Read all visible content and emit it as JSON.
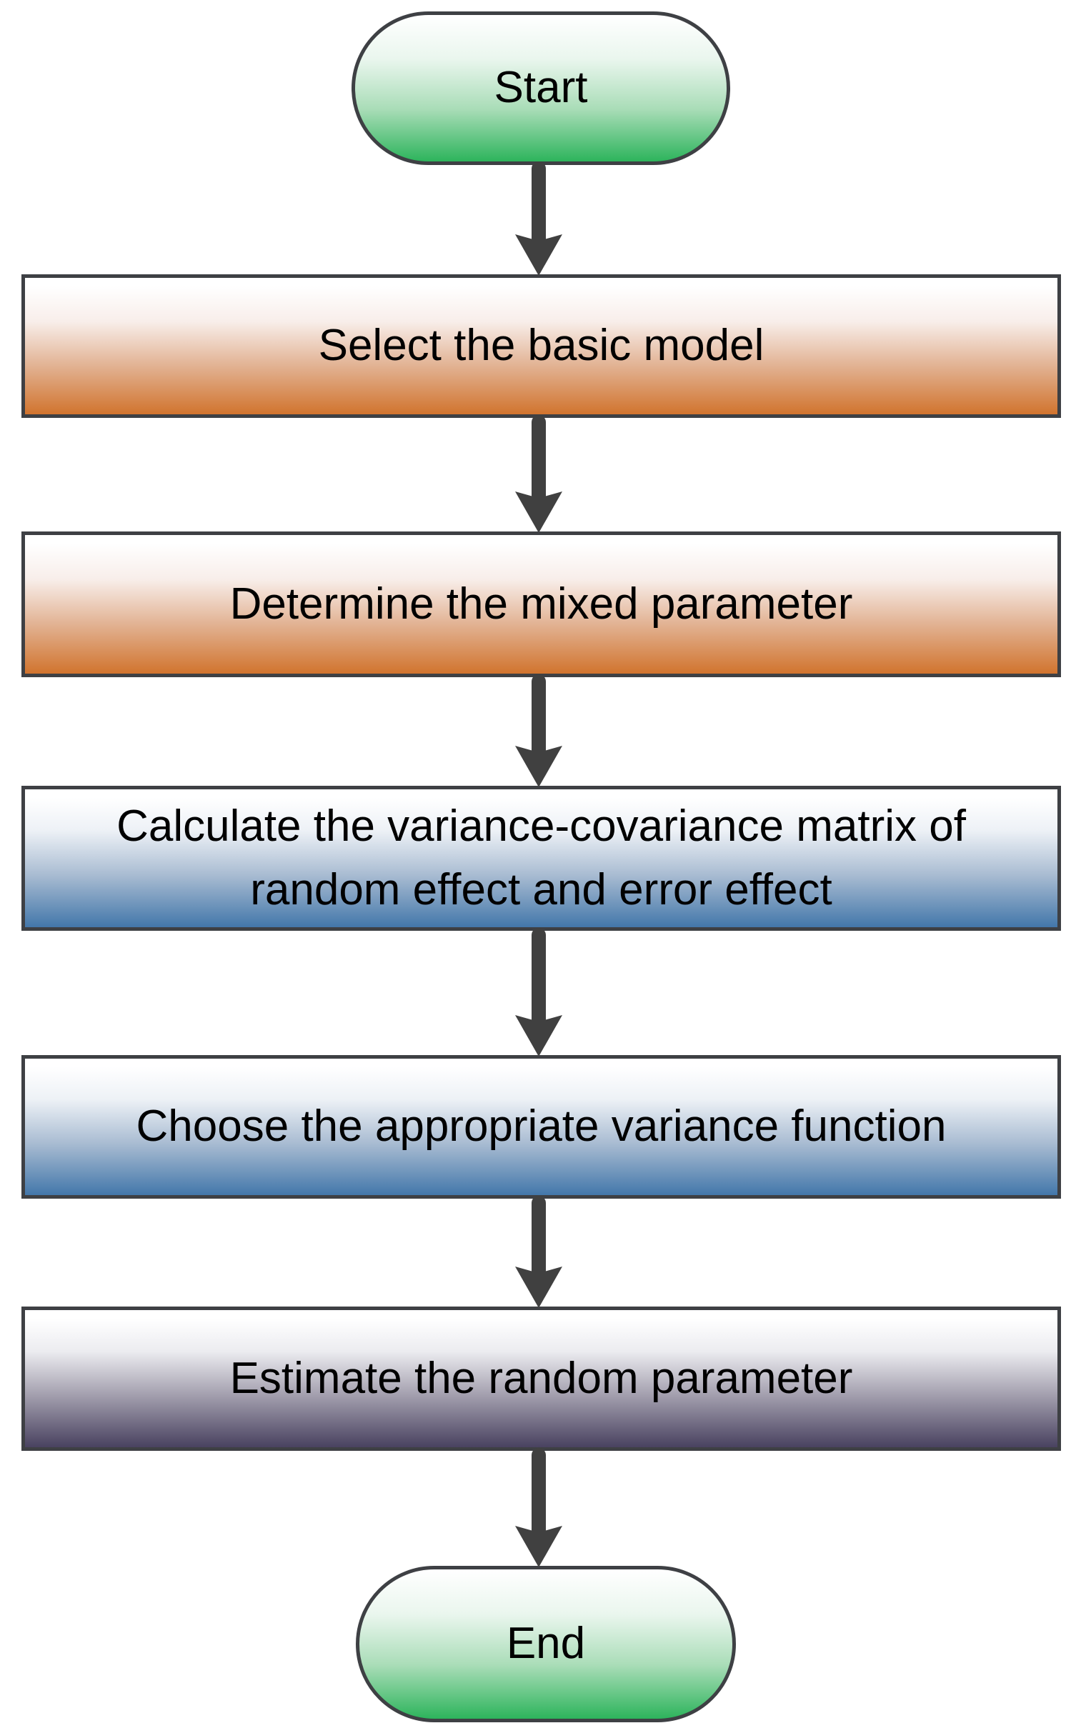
{
  "diagram": {
    "type": "flowchart",
    "direction": "top-down",
    "nodes": [
      {
        "id": "start",
        "shape": "terminator",
        "label": "Start",
        "gradient_top": "#ffffff",
        "gradient_bottom": "#2db45c"
      },
      {
        "id": "step-1",
        "shape": "process",
        "label": "Select the basic model",
        "gradient_top": "#ffffff",
        "gradient_bottom": "#d1742e"
      },
      {
        "id": "step-2",
        "shape": "process",
        "label": "Determine the mixed parameter",
        "gradient_top": "#ffffff",
        "gradient_bottom": "#d1742e"
      },
      {
        "id": "step-3",
        "shape": "process",
        "label": "Calculate the variance-covariance matrix of random effect and error effect",
        "gradient_top": "#ffffff",
        "gradient_bottom": "#4377aa"
      },
      {
        "id": "step-4",
        "shape": "process",
        "label": "Choose the appropriate variance function",
        "gradient_top": "#ffffff",
        "gradient_bottom": "#4377aa"
      },
      {
        "id": "step-5",
        "shape": "process",
        "label": "Estimate the random parameter",
        "gradient_top": "#ffffff",
        "gradient_bottom": "#494260"
      },
      {
        "id": "end",
        "shape": "terminator",
        "label": "End",
        "gradient_top": "#ffffff",
        "gradient_bottom": "#2eb356"
      }
    ],
    "edges": [
      {
        "from": "start",
        "to": "step-1"
      },
      {
        "from": "step-1",
        "to": "step-2"
      },
      {
        "from": "step-2",
        "to": "step-3"
      },
      {
        "from": "step-3",
        "to": "step-4"
      },
      {
        "from": "step-4",
        "to": "step-5"
      },
      {
        "from": "step-5",
        "to": "end"
      }
    ],
    "colors": {
      "node_border": "#3e4044",
      "arrow": "#404040",
      "text": "#000000",
      "background": "#ffffff"
    }
  }
}
